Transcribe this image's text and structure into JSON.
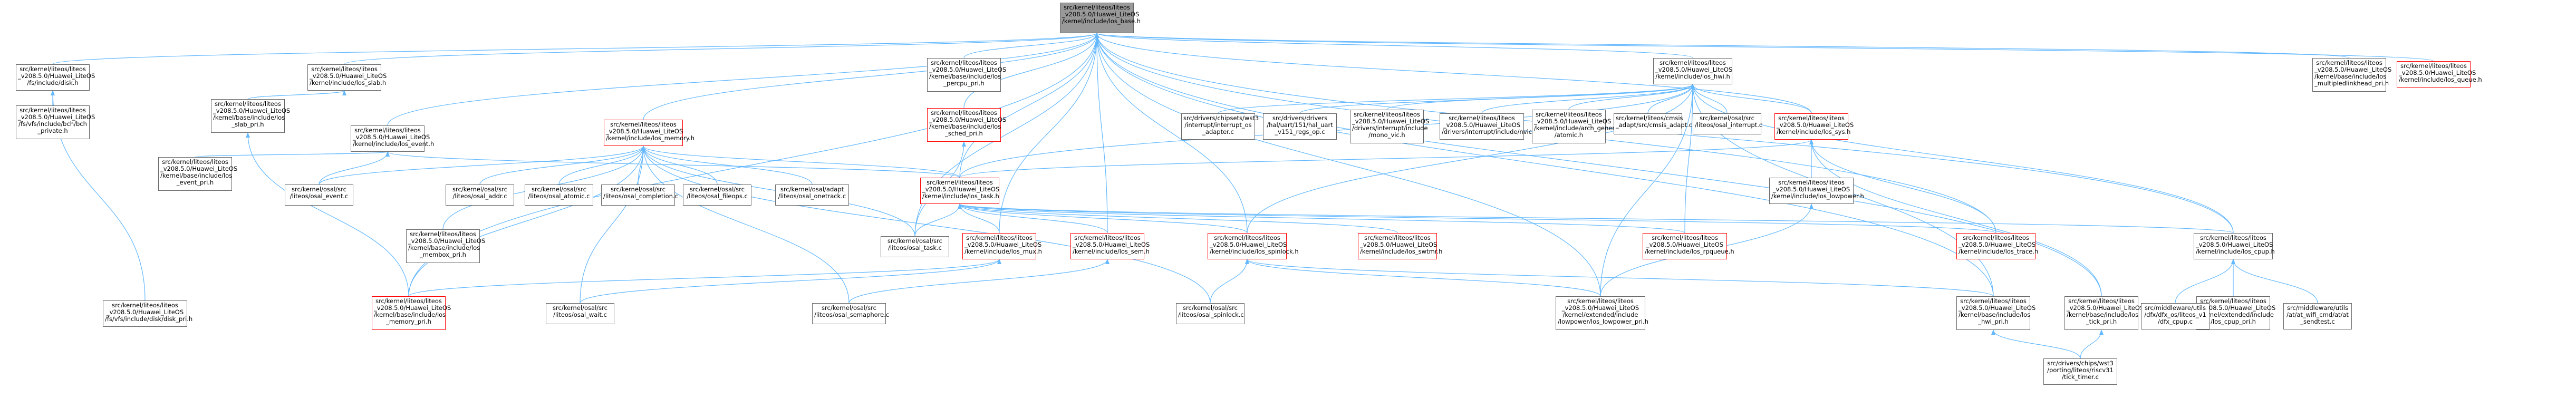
{
  "title": "src/kernel/liteos/liteos_v208.5.0/Huawei_LiteOS/kernel/include/los_base.h",
  "colors": {
    "edge": "#63b8ff",
    "border": "#666666",
    "red_border": "#ff0000",
    "root_fill": "#999999"
  },
  "nodes": [
    {
      "id": "root",
      "text": "src/kernel/liteos/liteos\n_v208.5.0/Huawei_LiteOS\n/kernel/include/los_base.h",
      "kind": "root"
    },
    {
      "id": "disk_h",
      "text": "src/kernel/liteos/liteos\n_v208.5.0/Huawei_LiteOS\n/fs/include/disk.h"
    },
    {
      "id": "bch_private",
      "text": "src/kernel/liteos/liteos\n_v208.5.0/Huawei_LiteOS\n/fs/vfs/include/bch/bch\n_private.h"
    },
    {
      "id": "slab_h",
      "text": "src/kernel/liteos/liteos\n_v208.5.0/Huawei_LiteOS\n/kernel/include/los_slab.h"
    },
    {
      "id": "slab_pri",
      "text": "src/kernel/liteos/liteos\n_v208.5.0/Huawei_LiteOS\n/kernel/base/include/los\n_slab_pri.h"
    },
    {
      "id": "event_h",
      "text": "src/kernel/liteos/liteos\n_v208.5.0/Huawei_LiteOS\n/kernel/include/los_event.h"
    },
    {
      "id": "event_pri",
      "text": "src/kernel/liteos/liteos\n_v208.5.0/Huawei_LiteOS\n/kernel/base/include/los\n_event_pri.h"
    },
    {
      "id": "percpu_pri",
      "text": "src/kernel/liteos/liteos\n_v208.5.0/Huawei_LiteOS\n/kernel/base/include/los\n_percpu_pri.h"
    },
    {
      "id": "sched_pri",
      "text": "src/kernel/liteos/liteos\n_v208.5.0/Huawei_LiteOS\n/kernel/base/include/los\n_sched_pri.h",
      "kind": "red"
    },
    {
      "id": "memory_h",
      "text": "src/kernel/liteos/liteos\n_v208.5.0/Huawei_LiteOS\n/kernel/include/los_memory.h",
      "kind": "red"
    },
    {
      "id": "hwi_h",
      "text": "src/kernel/liteos/liteos\n_v208.5.0/Huawei_LiteOS\n/kernel/include/los_hwi.h"
    },
    {
      "id": "multiple_dlinkhead",
      "text": "src/kernel/liteos/liteos\n_v208.5.0/Huawei_LiteOS\n/kernel/base/include/los\n_multipledlinkhead_pri.h"
    },
    {
      "id": "queue_h",
      "text": "src/kernel/liteos/liteos\n_v208.5.0/Huawei_LiteOS\n/kernel/include/los_queue.h",
      "kind": "red"
    },
    {
      "id": "interrupt_os_adapter",
      "text": "src/drivers/chipsets/wst3\n/interrupt/interrupt_os\n_adapter.c"
    },
    {
      "id": "hal_uart_regs",
      "text": "src/drivers/drivers\n/hal/uart/151/hal_uart\n_v151_regs_op.c"
    },
    {
      "id": "mono_vic",
      "text": "src/kernel/liteos/liteos\n_v208.5.0/Huawei_LiteOS\n/drivers/interrupt/include\n/mono_vic.h"
    },
    {
      "id": "nvic_h",
      "text": "src/kernel/liteos/liteos\n_v208.5.0/Huawei_LiteOS\n/drivers/interrupt/include/nvic.h"
    },
    {
      "id": "arch_generic_atomic",
      "text": "src/kernel/liteos/liteos\n_v208.5.0/Huawei_LiteOS\n/kernel/include/arch_generic\n/atomic.h"
    },
    {
      "id": "cmsis_adapt",
      "text": "src/kernel/liteos/cmsis\n_adapt/src/cmsis_adapt.c"
    },
    {
      "id": "osal_interrupt",
      "text": "src/kernel/osal/src\n/liteos/osal_interrupt.c"
    },
    {
      "id": "sys_h",
      "text": "src/kernel/liteos/liteos\n_v208.5.0/Huawei_LiteOS\n/kernel/include/los_sys.h",
      "kind": "red"
    },
    {
      "id": "osal_event",
      "text": "src/kernel/osal/src\n/liteos/osal_event.c"
    },
    {
      "id": "osal_addr",
      "text": "src/kernel/osal/src\n/liteos/osal_addr.c"
    },
    {
      "id": "osal_atomic",
      "text": "src/kernel/osal/src\n/liteos/osal_atomic.c"
    },
    {
      "id": "osal_completion",
      "text": "src/kernel/osal/src\n/liteos/osal_completion.c"
    },
    {
      "id": "osal_fileops",
      "text": "src/kernel/osal/src\n/liteos/osal_fileops.c"
    },
    {
      "id": "osal_onetrack",
      "text": "src/kernel/osal/adapt\n/liteos/osal_onetrack.c"
    },
    {
      "id": "task_h",
      "text": "src/kernel/liteos/liteos\n_v208.5.0/Huawei_LiteOS\n/kernel/include/los_task.h",
      "kind": "red"
    },
    {
      "id": "lowpower_h",
      "text": "src/kernel/liteos/liteos\n_v208.5.0/Huawei_LiteOS\n/kernel/include/los_lowpower.h"
    },
    {
      "id": "membox_pri",
      "text": "src/kernel/liteos/liteos\n_v208.5.0/Huawei_LiteOS\n/kernel/base/include/los\n_membox_pri.h"
    },
    {
      "id": "osal_task",
      "text": "src/kernel/osal/src\n/liteos/osal_task.c"
    },
    {
      "id": "mux_h",
      "text": "src/kernel/liteos/liteos\n_v208.5.0/Huawei_LiteOS\n/kernel/include/los_mux.h",
      "kind": "red"
    },
    {
      "id": "sem_h",
      "text": "src/kernel/liteos/liteos\n_v208.5.0/Huawei_LiteOS\n/kernel/include/los_sem.h",
      "kind": "red"
    },
    {
      "id": "spinlock_h",
      "text": "src/kernel/liteos/liteos\n_v208.5.0/Huawei_LiteOS\n/kernel/include/los_spinlock.h",
      "kind": "red"
    },
    {
      "id": "swtmr_h",
      "text": "src/kernel/liteos/liteos\n_v208.5.0/Huawei_LiteOS\n/kernel/include/los_swtmr.h",
      "kind": "red"
    },
    {
      "id": "rpqueue_h",
      "text": "src/kernel/liteos/liteos\n_v208.5.0/Huawei_LiteOS\n/kernel/include/los_rpqueue.h",
      "kind": "red"
    },
    {
      "id": "trace_h",
      "text": "src/kernel/liteos/liteos\n_v208.5.0/Huawei_LiteOS\n/kernel/include/los_trace.h",
      "kind": "red"
    },
    {
      "id": "cpup_h",
      "text": "src/kernel/liteos/liteos\n_v208.5.0/Huawei_LiteOS\n/kernel/include/los_cpup.h"
    },
    {
      "id": "disk_pri",
      "text": "src/kernel/liteos/liteos\n_v208.5.0/Huawei_LiteOS\n/fs/vfs/include/disk/disk_pri.h"
    },
    {
      "id": "memory_pri",
      "text": "src/kernel/liteos/liteos\n_v208.5.0/Huawei_LiteOS\n/kernel/base/include/los\n_memory_pri.h",
      "kind": "red"
    },
    {
      "id": "osal_wait",
      "text": "src/kernel/osal/src\n/liteos/osal_wait.c"
    },
    {
      "id": "osal_semaphore",
      "text": "src/kernel/osal/src\n/liteos/osal_semaphore.c"
    },
    {
      "id": "osal_spinlock",
      "text": "src/kernel/osal/src\n/liteos/osal_spinlock.c"
    },
    {
      "id": "lowpower_pri",
      "text": "src/kernel/liteos/liteos\n_v208.5.0/Huawei_LiteOS\n/kernel/extended/include\n/lowpower/los_lowpower_pri.h"
    },
    {
      "id": "hwi_pri",
      "text": "src/kernel/liteos/liteos\n_v208.5.0/Huawei_LiteOS\n/kernel/base/include/los\n_hwi_pri.h"
    },
    {
      "id": "tick_pri",
      "text": "src/kernel/liteos/liteos\n_v208.5.0/Huawei_LiteOS\n/kernel/base/include/los\n_tick_pri.h"
    },
    {
      "id": "cpup_pri",
      "text": "src/kernel/liteos/liteos\n_v208.5.0/Huawei_LiteOS\n/kernel/extended/include\n/los_cpup_pri.h"
    },
    {
      "id": "dfx_cpup",
      "text": "src/middleware/utils\n/dfx/dfx_os/liteos_v1\n/dfx_cpup.c"
    },
    {
      "id": "at_sendtest",
      "text": "src/middleware/utils\n/at/at_wifi_cmd/at/at\n_sendtest.c"
    },
    {
      "id": "tick_timer",
      "text": "src/drivers/chips/wst3\n/porting/liteos/riscv31\n/tick_timer.c"
    }
  ],
  "edges": [
    [
      "disk_h",
      "root"
    ],
    [
      "bch_private",
      "disk_h"
    ],
    [
      "disk_pri",
      "disk_h"
    ],
    [
      "slab_h",
      "root"
    ],
    [
      "slab_pri",
      "slab_h"
    ],
    [
      "memory_pri",
      "slab_pri"
    ],
    [
      "event_h",
      "root"
    ],
    [
      "event_pri",
      "event_h"
    ],
    [
      "osal_event",
      "event_h"
    ],
    [
      "task_h",
      "event_h"
    ],
    [
      "percpu_pri",
      "root"
    ],
    [
      "sched_pri",
      "root"
    ],
    [
      "osal_task",
      "sched_pri"
    ],
    [
      "memory_h",
      "root"
    ],
    [
      "osal_event",
      "memory_h"
    ],
    [
      "osal_addr",
      "memory_h"
    ],
    [
      "osal_atomic",
      "memory_h"
    ],
    [
      "osal_completion",
      "memory_h"
    ],
    [
      "osal_fileops",
      "memory_h"
    ],
    [
      "osal_onetrack",
      "memory_h"
    ],
    [
      "task_h",
      "memory_h"
    ],
    [
      "membox_pri",
      "memory_h"
    ],
    [
      "memory_pri",
      "memory_h"
    ],
    [
      "osal_wait",
      "memory_h"
    ],
    [
      "osal_semaphore",
      "memory_h"
    ],
    [
      "osal_spinlock",
      "memory_h"
    ],
    [
      "osal_task",
      "memory_h"
    ],
    [
      "hwi_h",
      "root"
    ],
    [
      "interrupt_os_adapter",
      "hwi_h"
    ],
    [
      "hal_uart_regs",
      "hwi_h"
    ],
    [
      "mono_vic",
      "hwi_h"
    ],
    [
      "nvic_h",
      "hwi_h"
    ],
    [
      "arch_generic_atomic",
      "hwi_h"
    ],
    [
      "cmsis_adapt",
      "hwi_h"
    ],
    [
      "osal_interrupt",
      "hwi_h"
    ],
    [
      "sys_h",
      "hwi_h"
    ],
    [
      "task_h",
      "hwi_h"
    ],
    [
      "spinlock_h",
      "hwi_h"
    ],
    [
      "rpqueue_h",
      "hwi_h"
    ],
    [
      "cpup_h",
      "hwi_h"
    ],
    [
      "hwi_pri",
      "hwi_h"
    ],
    [
      "lowpower_pri",
      "hwi_h"
    ],
    [
      "multiple_dlinkhead",
      "root"
    ],
    [
      "queue_h",
      "root"
    ],
    [
      "sys_h",
      "root"
    ],
    [
      "task_h",
      "root"
    ],
    [
      "lowpower_h",
      "sys_h"
    ],
    [
      "task_h",
      "sys_h"
    ],
    [
      "trace_h",
      "sys_h"
    ],
    [
      "tick_pri",
      "sys_h"
    ],
    [
      "osal_task",
      "task_h"
    ],
    [
      "mux_h",
      "task_h"
    ],
    [
      "sem_h",
      "task_h"
    ],
    [
      "spinlock_h",
      "task_h"
    ],
    [
      "swtmr_h",
      "task_h"
    ],
    [
      "rpqueue_h",
      "task_h"
    ],
    [
      "trace_h",
      "task_h"
    ],
    [
      "cpup_h",
      "task_h"
    ],
    [
      "lowpower_pri",
      "lowpower_h"
    ],
    [
      "memory_pri",
      "mux_h"
    ],
    [
      "osal_wait",
      "mux_h"
    ],
    [
      "osal_semaphore",
      "sem_h"
    ],
    [
      "osal_spinlock",
      "spinlock_h"
    ],
    [
      "lowpower_pri",
      "spinlock_h"
    ],
    [
      "hwi_pri",
      "spinlock_h"
    ],
    [
      "cpup_pri",
      "cpup_h"
    ],
    [
      "dfx_cpup",
      "cpup_h"
    ],
    [
      "at_sendtest",
      "cpup_h"
    ],
    [
      "tick_timer",
      "hwi_pri"
    ],
    [
      "tick_timer",
      "tick_pri"
    ],
    [
      "spinlock_h",
      "root"
    ],
    [
      "sem_h",
      "root"
    ],
    [
      "mux_h",
      "root"
    ],
    [
      "cpup_h",
      "root"
    ],
    [
      "osal_task",
      "root"
    ],
    [
      "lowpower_pri",
      "root"
    ],
    [
      "memory_pri",
      "root"
    ],
    [
      "hwi_pri",
      "root"
    ],
    [
      "trace_h",
      "root"
    ],
    [
      "tick_pri",
      "root"
    ]
  ]
}
